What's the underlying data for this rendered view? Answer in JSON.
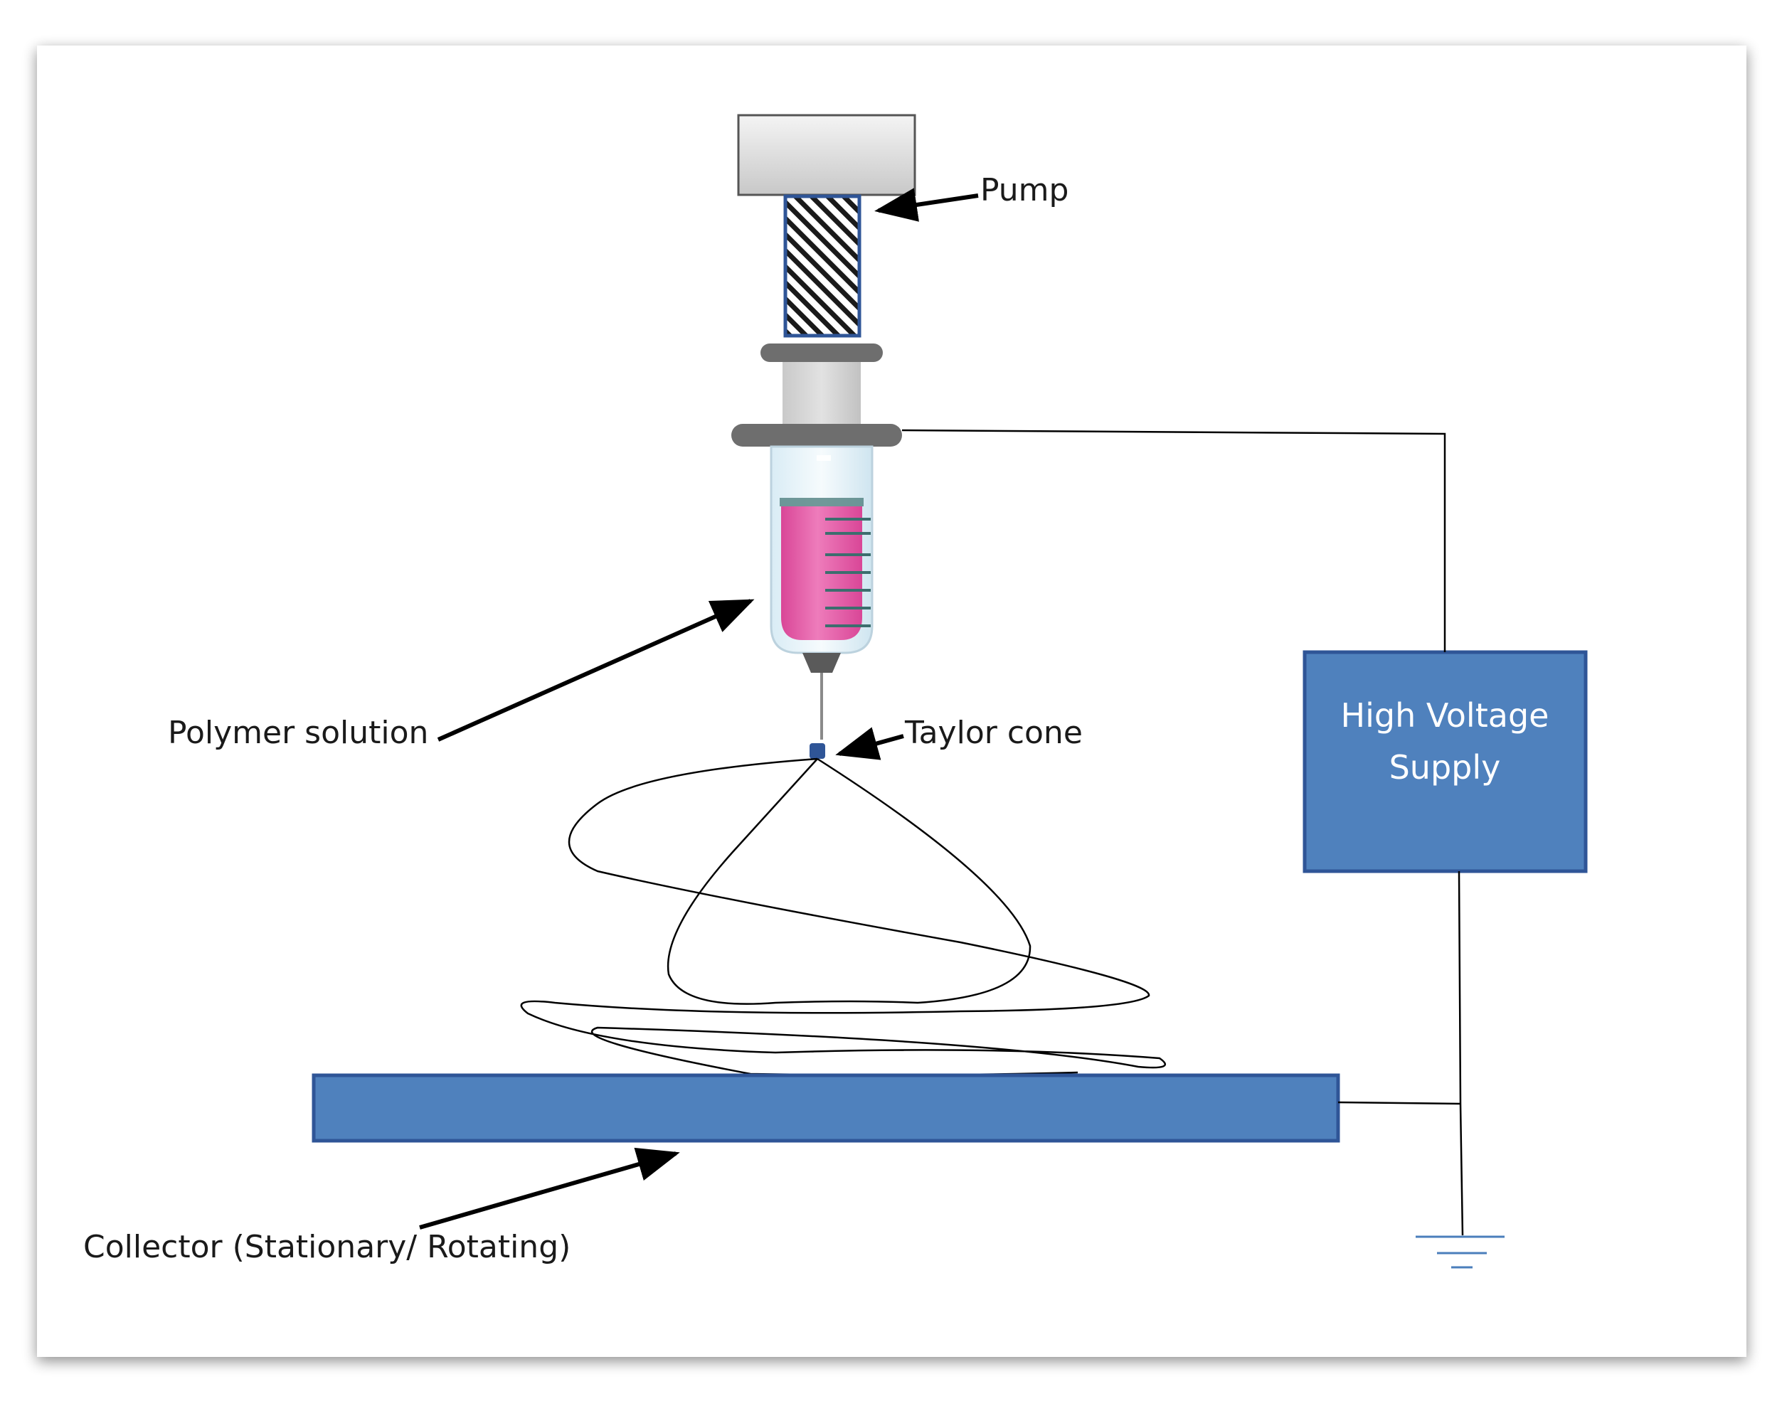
{
  "labels": {
    "pump": "Pump",
    "polymer_solution": "Polymer solution",
    "taylor_cone": "Taylor cone",
    "collector": "Collector (Stationary/ Rotating)",
    "hv_line1": "High Voltage",
    "hv_line2": "Supply"
  },
  "colors": {
    "collector_fill": "#4f81bd",
    "hv_supply_fill": "#4f81bd",
    "box_border": "#2f5597",
    "polymer_fill": "#e0559f",
    "pump_block": "#d6d6d6",
    "flange": "#6e6e6e",
    "ground": "#4a7ebb",
    "wire": "#000000"
  },
  "icons": {
    "ground": "ground-icon",
    "arrow": "arrow-icon"
  }
}
